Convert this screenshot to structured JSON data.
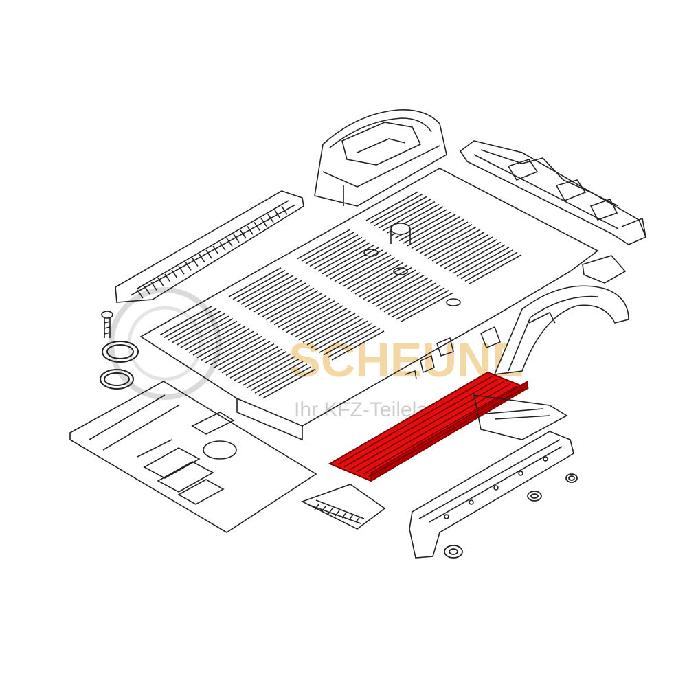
{
  "watermark": {
    "brand": "SCHEUNE",
    "tagline": "Ihr KFZ-Teilelager",
    "brand_color": "#f2d39c",
    "tagline_color": "#c8c8c8"
  },
  "diagram": {
    "line_color": "#222222",
    "highlight_color": "#e01010",
    "highlighted_part": "floor-panel-rail",
    "parts": [
      "left-side-sill",
      "rear-wheel-arch-left",
      "right-roof-rail",
      "main-floor-panel",
      "front-floor-panel",
      "rear-wheel-arch-right",
      "floor-panel-rail",
      "right-side-sill",
      "bolt",
      "seal-ring-upper",
      "seal-ring-lower",
      "grommets",
      "crossmember"
    ]
  }
}
